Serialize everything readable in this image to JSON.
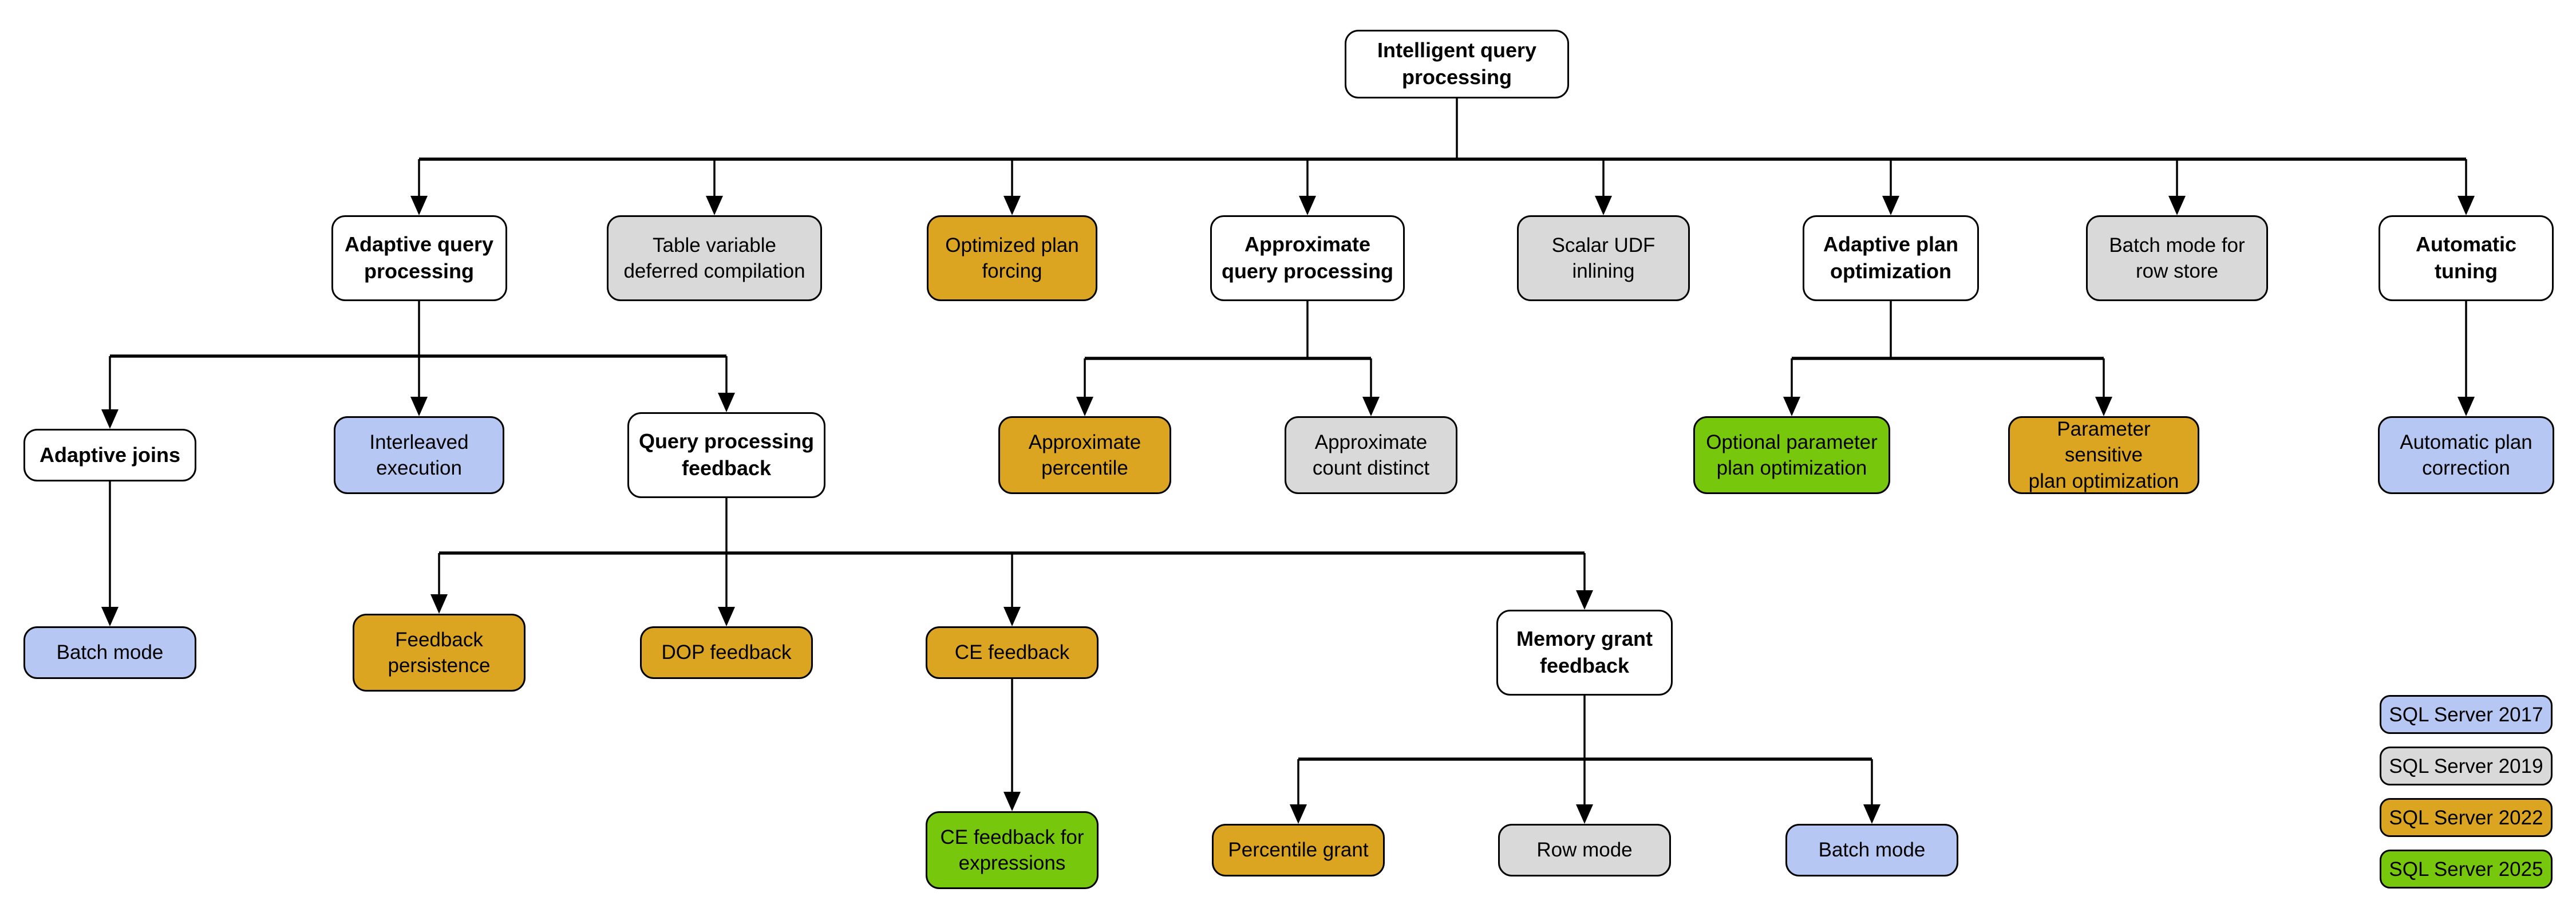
{
  "categories": {
    "base": {
      "fill": "#FFFFFF",
      "meaning": "feature family heading"
    },
    "2017": {
      "fill": "#B5C7F2",
      "meaning": "SQL Server 2017"
    },
    "2019": {
      "fill": "#D9D9D9",
      "meaning": "SQL Server 2019"
    },
    "2022": {
      "fill": "#DCA521",
      "meaning": "SQL Server 2022"
    },
    "2025": {
      "fill": "#77C80D",
      "meaning": "SQL Server 2025"
    }
  },
  "nodes": [
    {
      "id": "intelligent-query-processing",
      "label": "Intelligent query\nprocessing",
      "category": "base"
    },
    {
      "id": "adaptive-query-processing",
      "label": "Adaptive query\nprocessing",
      "category": "base"
    },
    {
      "id": "table-variable-deferred-compilation",
      "label": "Table variable\ndeferred compilation",
      "category": "2019"
    },
    {
      "id": "optimized-plan-forcing",
      "label": "Optimized plan\nforcing",
      "category": "2022"
    },
    {
      "id": "approximate-query-processing",
      "label": "Approximate\nquery processing",
      "category": "base"
    },
    {
      "id": "scalar-udf-inlining",
      "label": "Scalar UDF\ninlining",
      "category": "2019"
    },
    {
      "id": "adaptive-plan-optimization",
      "label": "Adaptive plan\noptimization",
      "category": "base"
    },
    {
      "id": "batch-mode-for-row-store",
      "label": "Batch mode for\nrow store",
      "category": "2019"
    },
    {
      "id": "automatic-tuning",
      "label": "Automatic\ntuning",
      "category": "base"
    },
    {
      "id": "adaptive-joins",
      "label": "Adaptive joins",
      "category": "base"
    },
    {
      "id": "interleaved-execution",
      "label": "Interleaved\nexecution",
      "category": "2017"
    },
    {
      "id": "query-processing-feedback",
      "label": "Query processing\nfeedback",
      "category": "base"
    },
    {
      "id": "approximate-percentile",
      "label": "Approximate\npercentile",
      "category": "2022"
    },
    {
      "id": "approximate-count-distinct",
      "label": "Approximate\ncount distinct",
      "category": "2019"
    },
    {
      "id": "optional-parameter-plan-optimization",
      "label": "Optional parameter\nplan optimization",
      "category": "2025"
    },
    {
      "id": "parameter-sensitive-plan-optimization",
      "label": "Parameter sensitive\nplan optimization",
      "category": "2022"
    },
    {
      "id": "automatic-plan-correction",
      "label": "Automatic plan\ncorrection",
      "category": "2017"
    },
    {
      "id": "batch-mode-adaptive-joins",
      "label": "Batch mode",
      "category": "2017"
    },
    {
      "id": "feedback-persistence",
      "label": "Feedback\npersistence",
      "category": "2022"
    },
    {
      "id": "dop-feedback",
      "label": "DOP feedback",
      "category": "2022"
    },
    {
      "id": "ce-feedback",
      "label": "CE feedback",
      "category": "2022"
    },
    {
      "id": "memory-grant-feedback",
      "label": "Memory grant\nfeedback",
      "category": "base"
    },
    {
      "id": "ce-feedback-for-expressions",
      "label": "CE feedback for\nexpressions",
      "category": "2025"
    },
    {
      "id": "percentile-grant",
      "label": "Percentile grant",
      "category": "2022"
    },
    {
      "id": "row-mode",
      "label": "Row mode",
      "category": "2019"
    },
    {
      "id": "batch-mode-memory-grant",
      "label": "Batch mode",
      "category": "2017"
    }
  ],
  "edges": [
    {
      "from": "intelligent-query-processing",
      "to": [
        "adaptive-query-processing",
        "table-variable-deferred-compilation",
        "optimized-plan-forcing",
        "approximate-query-processing",
        "scalar-udf-inlining",
        "adaptive-plan-optimization",
        "batch-mode-for-row-store",
        "automatic-tuning"
      ]
    },
    {
      "from": "adaptive-query-processing",
      "to": [
        "adaptive-joins",
        "interleaved-execution",
        "query-processing-feedback"
      ]
    },
    {
      "from": "approximate-query-processing",
      "to": [
        "approximate-percentile",
        "approximate-count-distinct"
      ]
    },
    {
      "from": "adaptive-plan-optimization",
      "to": [
        "optional-parameter-plan-optimization",
        "parameter-sensitive-plan-optimization"
      ]
    },
    {
      "from": "automatic-tuning",
      "to": [
        "automatic-plan-correction"
      ]
    },
    {
      "from": "adaptive-joins",
      "to": [
        "batch-mode-adaptive-joins"
      ]
    },
    {
      "from": "query-processing-feedback",
      "to": [
        "feedback-persistence",
        "dop-feedback",
        "ce-feedback",
        "memory-grant-feedback"
      ]
    },
    {
      "from": "ce-feedback",
      "to": [
        "ce-feedback-for-expressions"
      ]
    },
    {
      "from": "memory-grant-feedback",
      "to": [
        "percentile-grant",
        "row-mode",
        "batch-mode-memory-grant"
      ]
    }
  ],
  "legend": {
    "items": [
      {
        "label": "SQL Server 2017",
        "category": "2017"
      },
      {
        "label": "SQL Server 2019",
        "category": "2019"
      },
      {
        "label": "SQL Server 2022",
        "category": "2022"
      },
      {
        "label": "SQL Server 2025",
        "category": "2025"
      }
    ]
  }
}
